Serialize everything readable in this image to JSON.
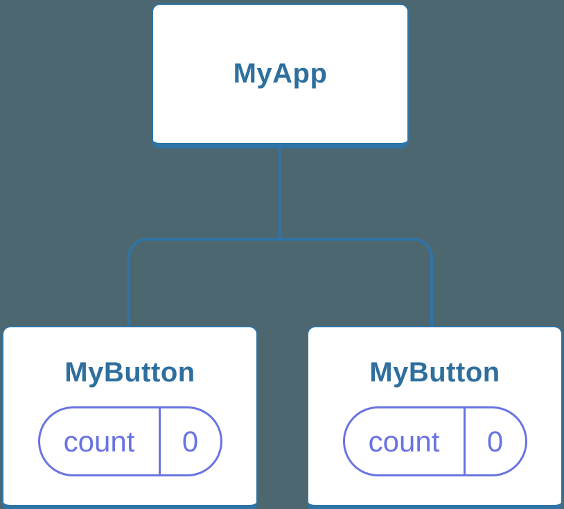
{
  "colors": {
    "canvas_bg": "#4c6770",
    "connector": "#2f74a6",
    "title_text": "#2e6f9e",
    "state_accent": "#6973e2",
    "card_bg": "#ffffff"
  },
  "tree": {
    "root": {
      "label": "MyApp"
    },
    "children": [
      {
        "label": "MyButton",
        "state": {
          "name": "count",
          "value": "0"
        }
      },
      {
        "label": "MyButton",
        "state": {
          "name": "count",
          "value": "0"
        }
      }
    ]
  }
}
